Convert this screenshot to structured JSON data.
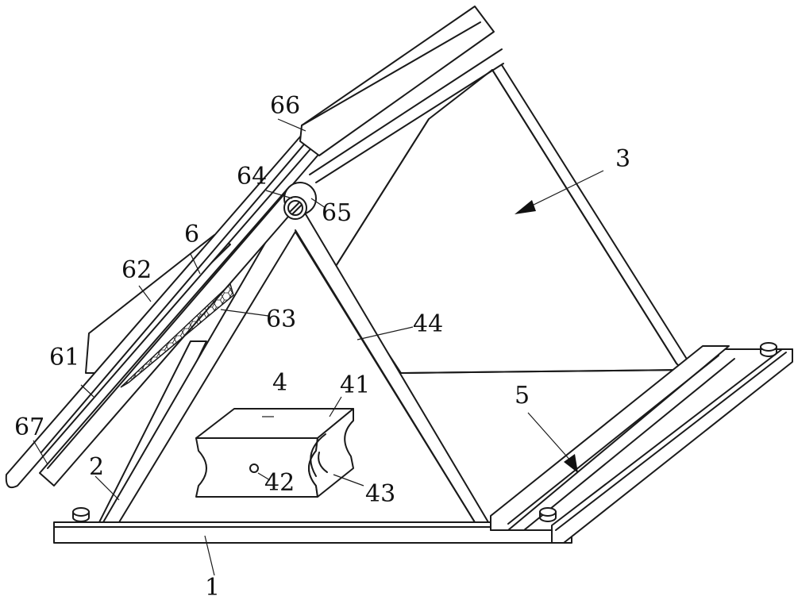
{
  "labels": {
    "l1": "1",
    "l2": "2",
    "l3": "3",
    "l4": "4",
    "l5": "5",
    "l6": "6",
    "l41": "41",
    "l42": "42",
    "l43": "43",
    "l44": "44",
    "l61": "61",
    "l62": "62",
    "l63": "63",
    "l64": "64",
    "l65": "65",
    "l66": "66",
    "l67": "67"
  }
}
